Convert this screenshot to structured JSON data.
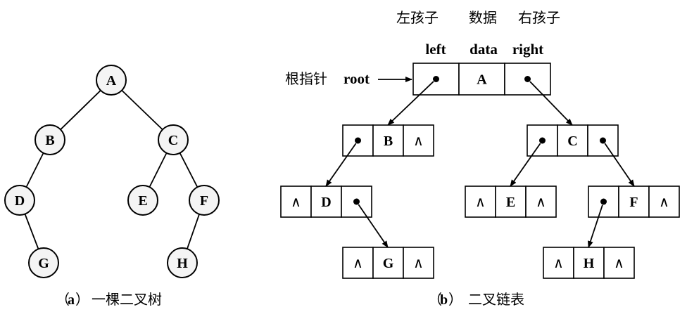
{
  "tree": {
    "nodes": [
      {
        "id": "A",
        "label": "A"
      },
      {
        "id": "B",
        "label": "B"
      },
      {
        "id": "C",
        "label": "C"
      },
      {
        "id": "D",
        "label": "D"
      },
      {
        "id": "E",
        "label": "E"
      },
      {
        "id": "F",
        "label": "F"
      },
      {
        "id": "G",
        "label": "G"
      },
      {
        "id": "H",
        "label": "H"
      }
    ],
    "edges": [
      [
        "A",
        "B"
      ],
      [
        "A",
        "C"
      ],
      [
        "B",
        "D"
      ],
      [
        "C",
        "E"
      ],
      [
        "C",
        "F"
      ],
      [
        "D",
        "G"
      ],
      [
        "F",
        "H"
      ]
    ],
    "caption_letter": "a",
    "caption_text": "一棵二叉树"
  },
  "linked": {
    "header_cn": {
      "left": "左孩子",
      "data": "数据",
      "right": "右孩子"
    },
    "header_en": {
      "left": "left",
      "data": "data",
      "right": "right"
    },
    "root_label_cn": "根指针",
    "root_label_en": "root",
    "null_symbol": "∧",
    "nodes": [
      {
        "id": "A",
        "data": "A",
        "left": "ptr",
        "right": "ptr"
      },
      {
        "id": "B",
        "data": "B",
        "left": "ptr",
        "right": "null"
      },
      {
        "id": "C",
        "data": "C",
        "left": "ptr",
        "right": "ptr"
      },
      {
        "id": "D",
        "data": "D",
        "left": "null",
        "right": "ptr"
      },
      {
        "id": "E",
        "data": "E",
        "left": "null",
        "right": "null"
      },
      {
        "id": "F",
        "data": "F",
        "left": "ptr",
        "right": "null"
      },
      {
        "id": "G",
        "data": "G",
        "left": "null",
        "right": "null"
      },
      {
        "id": "H",
        "data": "H",
        "left": "null",
        "right": "null"
      }
    ],
    "caption_letter": "b",
    "caption_text": "二叉链表"
  }
}
